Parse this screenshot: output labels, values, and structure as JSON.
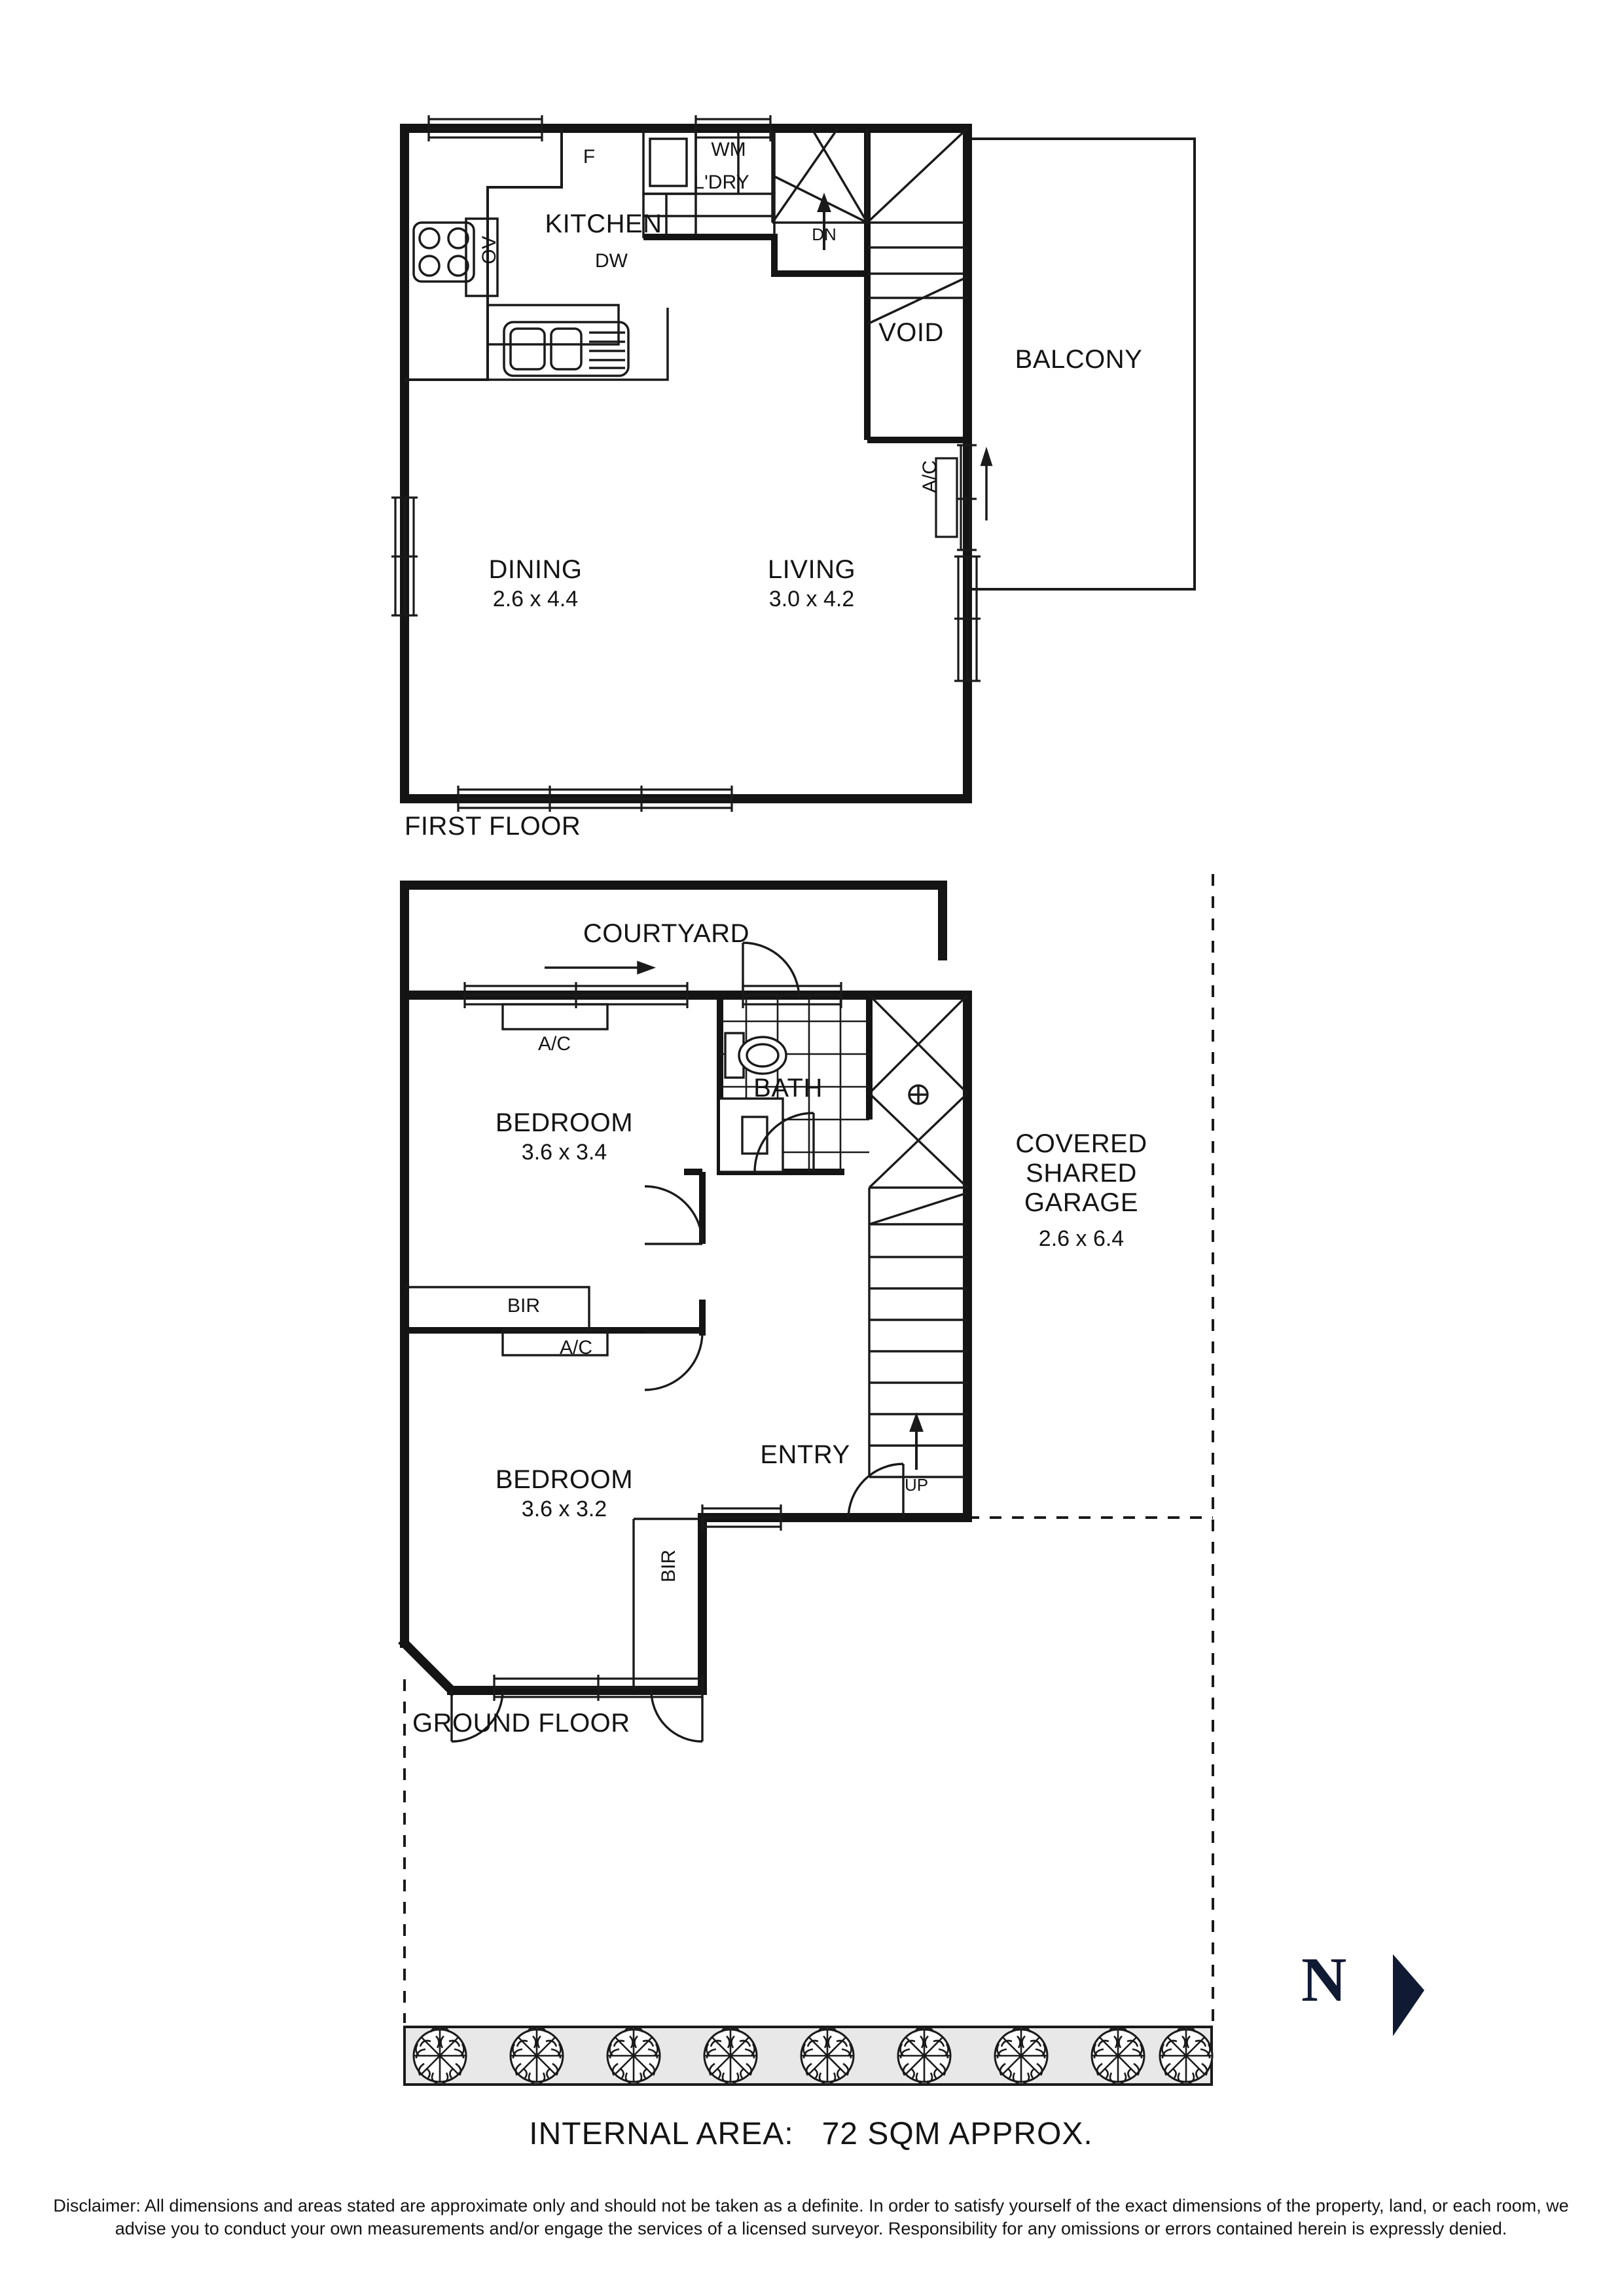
{
  "plan": {
    "title_first_floor": "FIRST FLOOR",
    "title_ground_floor": "GROUND FLOOR",
    "internal_area": "INTERNAL AREA:   72 SQM APPROX.",
    "north_label": "N",
    "disclaimer": "Disclaimer: All dimensions and areas stated are approximate only and should not be taken as a definite. In order to satisfy yourself of the exact dimensions of the property, land, or each room, we advise you to conduct your own measurements and/or engage the services of a licensed surveyor. Responsibility for any omissions or errors contained herein is expressly denied.",
    "colors": {
      "wall": "#141414",
      "text": "#141414",
      "north": "#101a33",
      "hedge_fill": "#e8e8e8",
      "line": "#1a1a1a"
    }
  },
  "first_floor": {
    "rooms": [
      {
        "name": "KITCHEN",
        "dim": ""
      },
      {
        "name": "DINING",
        "dim": "2.6 x 4.4"
      },
      {
        "name": "LIVING",
        "dim": "3.0 x 4.2"
      },
      {
        "name": "VOID",
        "dim": ""
      },
      {
        "name": "BALCONY",
        "dim": ""
      }
    ],
    "annotations": [
      {
        "label": "F"
      },
      {
        "label": "OV"
      },
      {
        "label": "DW"
      },
      {
        "label": "WM"
      },
      {
        "label": "L'DRY"
      },
      {
        "label": "DN"
      },
      {
        "label": "A/C"
      }
    ]
  },
  "ground_floor": {
    "rooms": [
      {
        "name": "COURTYARD",
        "dim": ""
      },
      {
        "name": "BEDROOM",
        "dim": "3.6 x 3.4"
      },
      {
        "name": "BEDROOM",
        "dim": "3.6 x 3.2"
      },
      {
        "name": "BATH",
        "dim": ""
      },
      {
        "name": "ENTRY",
        "dim": ""
      },
      {
        "name": "COVERED\nSHARED\nGARAGE",
        "dim": "2.6 x 6.4"
      }
    ],
    "annotations": [
      {
        "label": "A/C"
      },
      {
        "label": "A/C"
      },
      {
        "label": "BIR"
      },
      {
        "label": "BIR"
      },
      {
        "label": "UP"
      }
    ]
  },
  "chart_data": {
    "type": "table",
    "title": "Residential floor plan — two level townhouse",
    "rows": [
      {
        "floor": "First Floor",
        "room": "KITCHEN",
        "dimensions": ""
      },
      {
        "floor": "First Floor",
        "room": "DINING",
        "dimensions": "2.6 x 4.4"
      },
      {
        "floor": "First Floor",
        "room": "LIVING",
        "dimensions": "3.0 x 4.2"
      },
      {
        "floor": "First Floor",
        "room": "VOID",
        "dimensions": ""
      },
      {
        "floor": "First Floor",
        "room": "BALCONY",
        "dimensions": ""
      },
      {
        "floor": "Ground Floor",
        "room": "COURTYARD",
        "dimensions": ""
      },
      {
        "floor": "Ground Floor",
        "room": "BEDROOM",
        "dimensions": "3.6 x 3.4"
      },
      {
        "floor": "Ground Floor",
        "room": "BEDROOM",
        "dimensions": "3.6 x 3.2"
      },
      {
        "floor": "Ground Floor",
        "room": "BATH",
        "dimensions": ""
      },
      {
        "floor": "Ground Floor",
        "room": "ENTRY",
        "dimensions": ""
      },
      {
        "floor": "Ground Floor",
        "room": "COVERED SHARED GARAGE",
        "dimensions": "2.6 x 6.4"
      }
    ],
    "internal_area_sqm": 72
  }
}
